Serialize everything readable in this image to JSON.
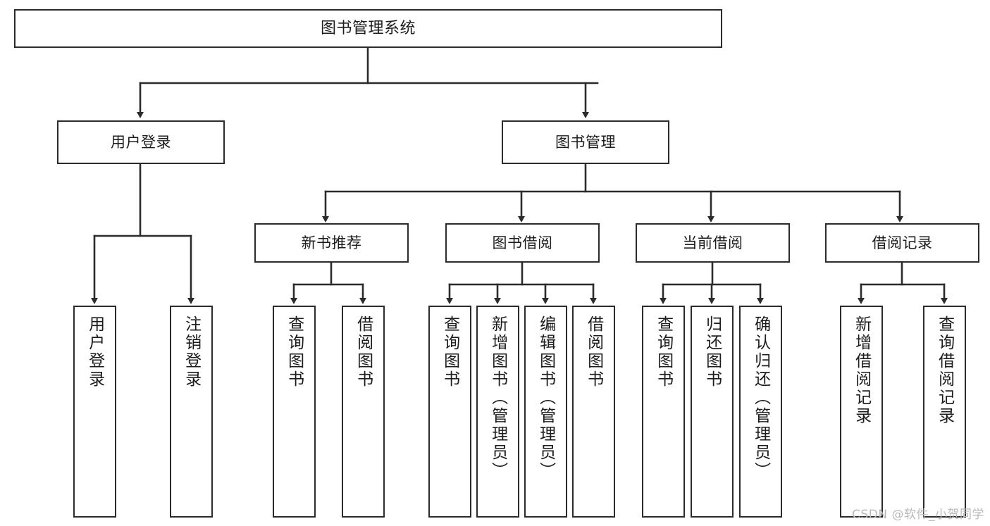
{
  "diagram": {
    "type": "tree-hierarchy",
    "title": "图书管理系统",
    "orientation": "top-down",
    "colors": {
      "stroke": "#2b2b2b",
      "fill": "#ffffff",
      "text": "#1c1c1c",
      "watermark": "#b9b9b9"
    }
  },
  "watermark": {
    "text": "CSDN @软件_小贺同学"
  },
  "nodes": {
    "root": {
      "label": "图书管理系统"
    },
    "level2": [
      {
        "id": "user-login",
        "label": "用户登录"
      },
      {
        "id": "book-management",
        "label": "图书管理"
      }
    ],
    "level3": [
      {
        "id": "new-book-recommend",
        "label": "新书推荐"
      },
      {
        "id": "book-borrow",
        "label": "图书借阅"
      },
      {
        "id": "current-borrow",
        "label": "当前借阅"
      },
      {
        "id": "borrow-record",
        "label": "借阅记录"
      }
    ],
    "leaves": {
      "user_login": [
        {
          "id": "leaf-user-login",
          "label": "用户登录"
        },
        {
          "id": "leaf-logout-login",
          "label": "注销登录"
        }
      ],
      "new_book_recommend": [
        {
          "id": "leaf-query-book-1",
          "label": "查询图书"
        },
        {
          "id": "leaf-borrow-book-1",
          "label": "借阅图书"
        }
      ],
      "book_borrow": [
        {
          "id": "leaf-query-book-2",
          "label": "查询图书"
        },
        {
          "id": "leaf-add-book",
          "label": "新增图书（管理员）"
        },
        {
          "id": "leaf-edit-book",
          "label": "编辑图书（管理员）"
        },
        {
          "id": "leaf-borrow-book-2",
          "label": "借阅图书"
        }
      ],
      "current_borrow": [
        {
          "id": "leaf-query-book-3",
          "label": "查询图书"
        },
        {
          "id": "leaf-return-book",
          "label": "归还图书"
        },
        {
          "id": "leaf-confirm-return",
          "label": "确认归还（管理员）"
        }
      ],
      "borrow_record": [
        {
          "id": "leaf-add-record",
          "label": "新增借阅记录"
        },
        {
          "id": "leaf-query-record",
          "label": "查询借阅记录"
        }
      ]
    }
  }
}
